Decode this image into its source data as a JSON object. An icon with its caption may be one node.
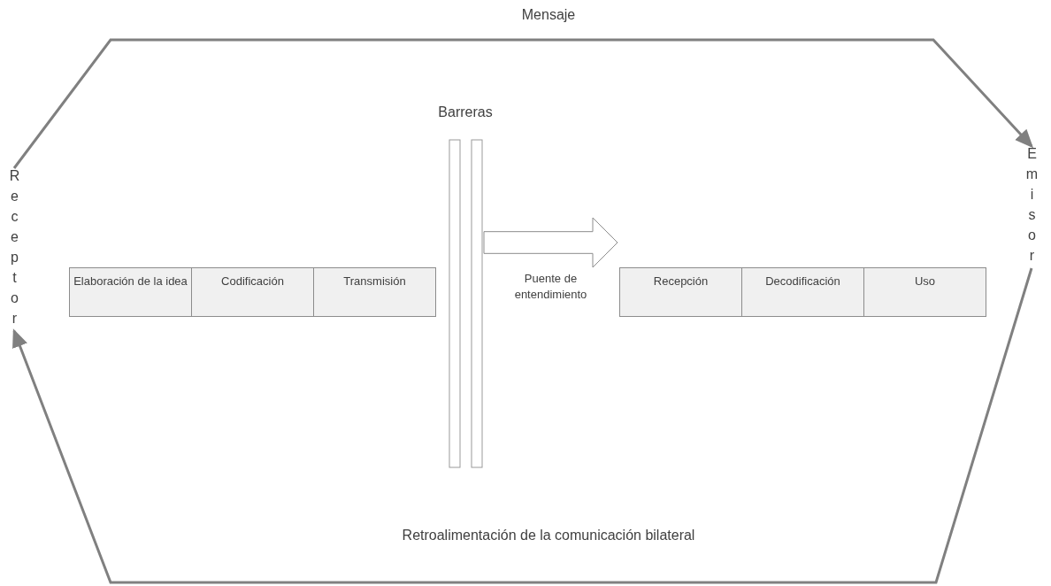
{
  "diagram": {
    "nodes": [
      {
        "text": [
          "Receptor"
        ]
      },
      {
        "text": [
          "Elaboración de la idea"
        ]
      },
      {
        "text": [
          "Codificación"
        ]
      },
      {
        "text": [
          "Transmisión"
        ]
      },
      {
        "text": [],
        "shape": "bar"
      },
      {
        "text": [],
        "shape": "bar"
      },
      {
        "text": [
          "Recepción"
        ]
      },
      {
        "text": [
          "Decodificación"
        ]
      },
      {
        "text": [
          "Uso"
        ]
      },
      {
        "text": [
          "Emisor"
        ]
      }
    ],
    "edges": [
      {
        "from": 0,
        "to": 9,
        "arrow": "to",
        "label": "Mensaje"
      },
      {
        "from": 9,
        "to": 0,
        "arrow": "to",
        "label": "Retroalimentación de la comunicación bilateral"
      },
      {
        "from": 5,
        "to": 6,
        "arrow": "to",
        "label": "Puente de entendimiento"
      }
    ],
    "labels": [
      "Barreras"
    ]
  }
}
